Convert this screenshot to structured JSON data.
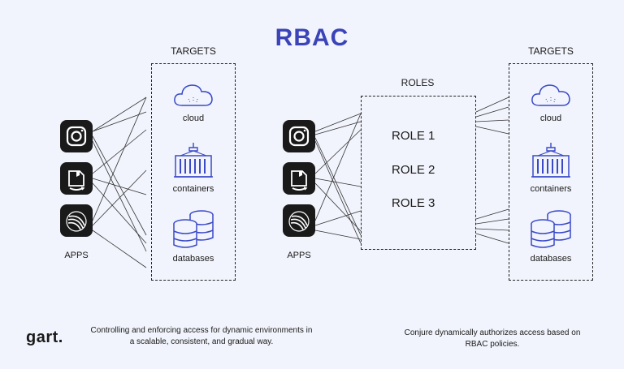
{
  "title": "RBAC",
  "left": {
    "targets_label": "TARGETS",
    "apps_label": "APPS",
    "targets": [
      "cloud",
      "containers",
      "databases"
    ],
    "apps": [
      "camera-app-icon",
      "amazon-app-icon",
      "swirl-app-icon"
    ]
  },
  "right": {
    "roles_label": "ROLES",
    "roles": [
      "ROLE 1",
      "ROLE 2",
      "ROLE 3"
    ],
    "targets_label": "TARGETS",
    "apps_label": "APPS",
    "targets": [
      "cloud",
      "containers",
      "databases"
    ],
    "apps": [
      "camera-app-icon",
      "amazon-app-icon",
      "swirl-app-icon"
    ]
  },
  "footer": {
    "logo": "gart.",
    "left_text_1": "Controlling and enforcing access for dynamic environments in",
    "left_text_2": "a scalable, consistent, and gradual way.",
    "right_text_1": "Conjure dynamically authorizes access based on",
    "right_text_2": "RBAC policies."
  },
  "colors": {
    "accent": "#3a44b8",
    "icon_blue": "#3a49c8",
    "background": "#f1f4fc",
    "dark": "#1a1a1a"
  }
}
